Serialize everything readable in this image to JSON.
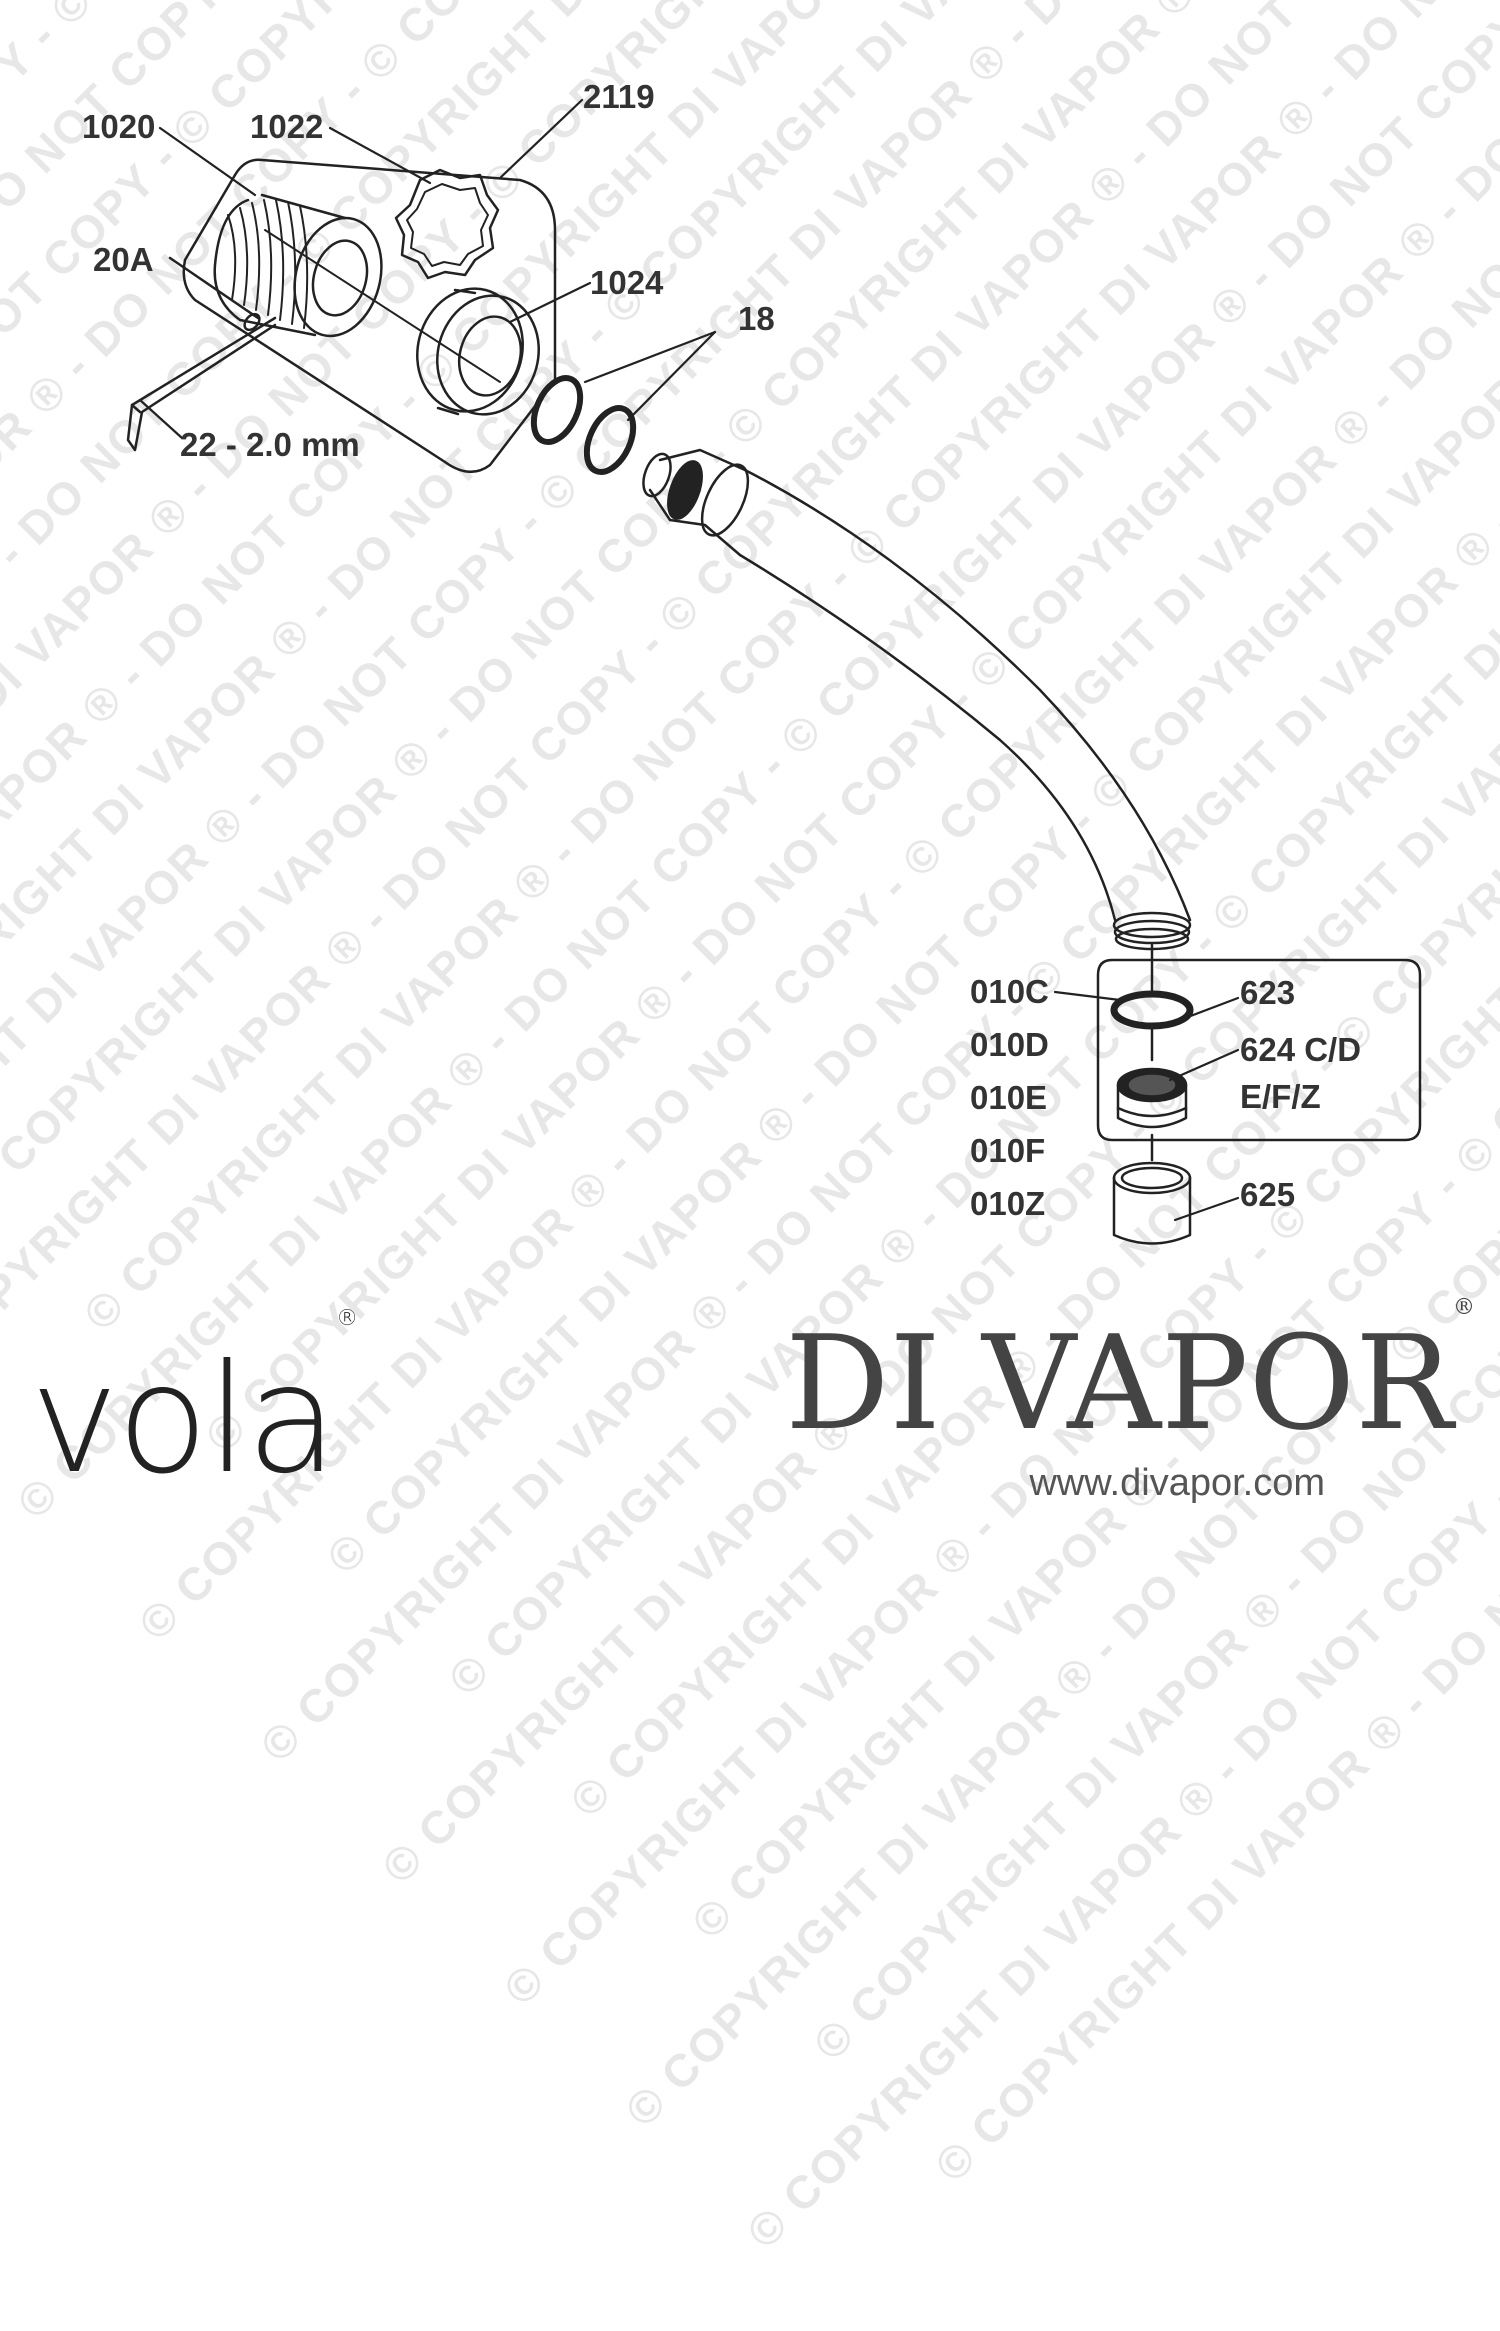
{
  "watermark": {
    "text": "© COPYRIGHT DI VAPOR ® - DO NOT COPY - "
  },
  "parts": {
    "p1020": "1020",
    "p1022": "1022",
    "p2119": "2119",
    "p20A": "20A",
    "p1024": "1024",
    "p18": "18",
    "p22": "22 - 2.0 mm",
    "p623": "623",
    "p624a": "624 C/D",
    "p624b": "E/F/Z",
    "p625": "625"
  },
  "variant_codes": [
    "010C",
    "010D",
    "010E",
    "010F",
    "010Z"
  ],
  "brands": {
    "vola": "vola",
    "vola_mark": "®",
    "divapor": "DI VAPOR",
    "divapor_mark": "®",
    "url": "www.divapor.com"
  },
  "colors": {
    "line": "#222222",
    "text": "#333333",
    "watermark": "#d4d4d4"
  }
}
